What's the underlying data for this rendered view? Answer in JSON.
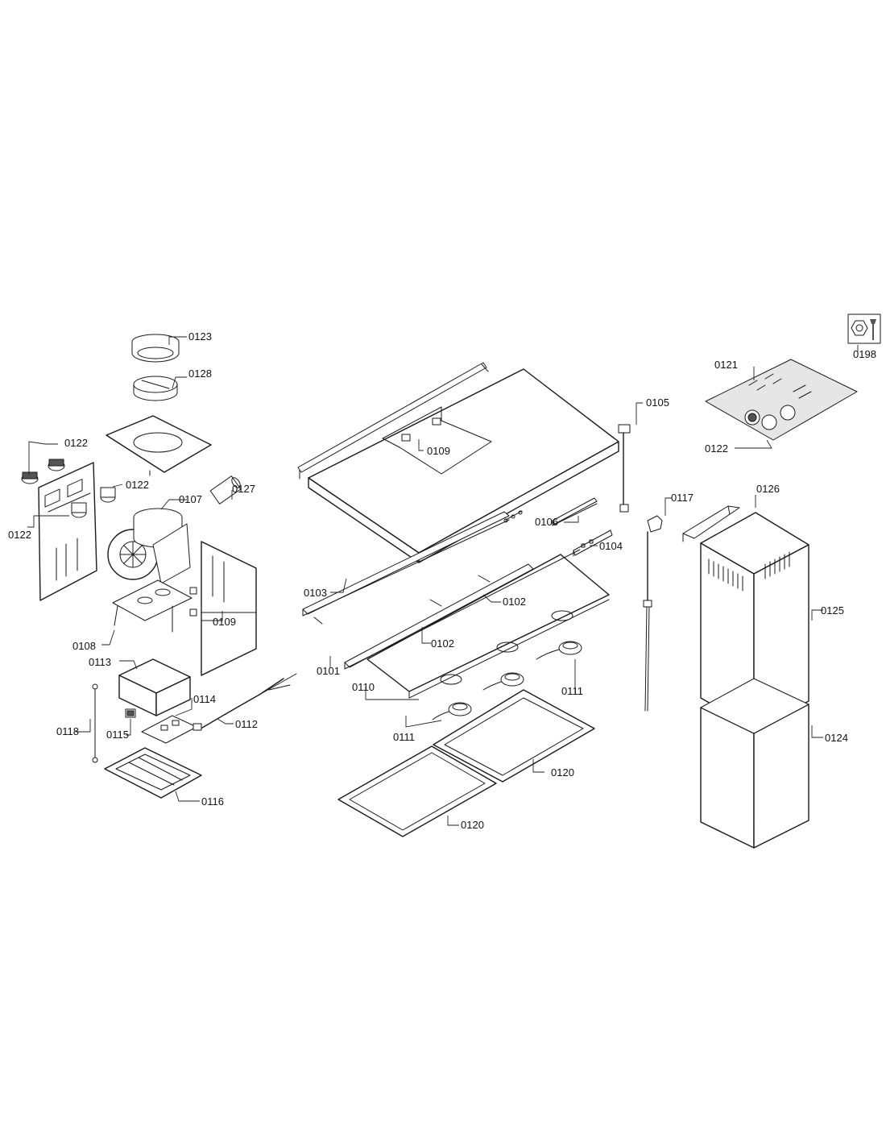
{
  "labels": {
    "p0101": "0101",
    "p0102a": "0102",
    "p0102b": "0102",
    "p0103": "0103",
    "p0104": "0104",
    "p0105": "0105",
    "p0106": "0106",
    "p0107": "0107",
    "p0108": "0108",
    "p0109a": "0109",
    "p0109b": "0109",
    "p0110": "0110",
    "p0111a": "0111",
    "p0111b": "0111",
    "p0112": "0112",
    "p0113": "0113",
    "p0114": "0114",
    "p0115": "0115",
    "p0116": "0116",
    "p0117": "0117",
    "p0118": "0118",
    "p0120a": "0120",
    "p0120b": "0120",
    "p0121": "0121",
    "p0122a": "0122",
    "p0122b": "0122",
    "p0122c": "0122",
    "p0122d": "0122",
    "p0123": "0123",
    "p0124": "0124",
    "p0125": "0125",
    "p0126": "0126",
    "p0127": "0127",
    "p0128": "0128",
    "p0198": "0198"
  },
  "icons": {
    "service_tool": "nut-and-wrench-icon"
  },
  "colors": {
    "line": "#1a1a1a",
    "background": "#ffffff",
    "shade": "#e6e6e6"
  }
}
